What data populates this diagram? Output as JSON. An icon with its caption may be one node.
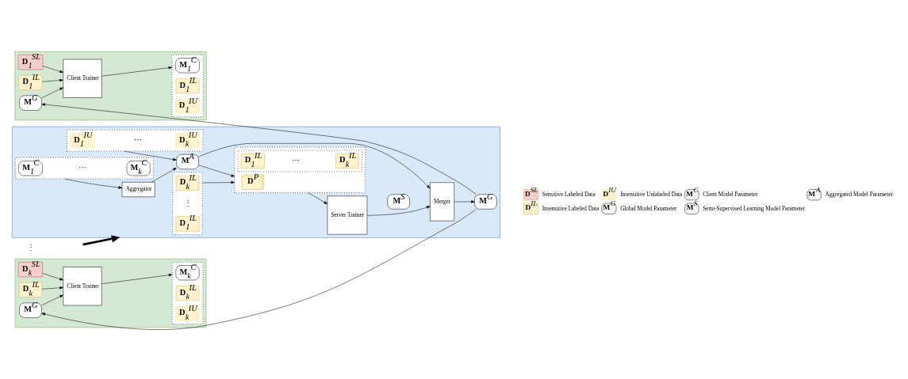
{
  "diagram": {
    "nodes": [
      {
        "text": [],
        "shape": "box"
      },
      {
        "text": [
          "**D**$_{1}$$^{SL}$"
        ],
        "in": 0
      },
      {
        "text": [
          "**D**$_{1}$$^{IL}$"
        ],
        "in": 0
      },
      {
        "text": [
          "**M**$^{G}$"
        ],
        "in": 0
      },
      {
        "text": [
          "Client Trainer"
        ],
        "in": 0
      },
      {
        "text": [],
        "shape": "box",
        "in": 0
      },
      {
        "text": [
          "**M**$_{1}$$^{C}$"
        ],
        "in": 5
      },
      {
        "text": [
          "**D**$_{1}$$^{IL}$"
        ],
        "in": 5
      },
      {
        "text": [
          "**D**$_{1}$$^{IU}$"
        ],
        "in": 5
      },
      {
        "text": [],
        "shape": "box"
      },
      {
        "text": [
          "**D**$_{k}$$^{SL}$"
        ],
        "in": 9
      },
      {
        "text": [
          "**D**$_{k}$$^{IL}$"
        ],
        "in": 9
      },
      {
        "text": [
          "**M**$^{G}$"
        ],
        "in": 9
      },
      {
        "text": [
          "Client Trainer"
        ],
        "in": 9
      },
      {
        "text": [],
        "shape": "box",
        "in": 9
      },
      {
        "text": [
          "**M**$_{k}$$^{C}$"
        ],
        "in": 14
      },
      {
        "text": [
          "**D**$_{k}$$^{IL}$"
        ],
        "in": 14
      },
      {
        "text": [
          "**D**$_{k}$$^{IU}$"
        ],
        "in": 14
      },
      {
        "text": [],
        "shape": "box"
      },
      {
        "text": [],
        "shape": "box",
        "in": 18
      },
      {
        "text": [
          "**D**$_{1}$$^{IU}$"
        ],
        "in": 19
      },
      {
        "text": [
          "**D**$_{k}$$^{IU}$"
        ],
        "in": 19
      },
      {
        "text": [],
        "shape": "box",
        "in": 18
      },
      {
        "text": [
          "**M**$_{1}$$^{C}$"
        ],
        "in": 22
      },
      {
        "text": [
          "**M**$_{k}$$^{C}$"
        ],
        "in": 22
      },
      {
        "text": [
          "Aggregator"
        ],
        "in": 18
      },
      {
        "text": [
          "**M**$^{A}$"
        ],
        "in": 18
      },
      {
        "text": [],
        "shape": "box",
        "in": 18
      },
      {
        "text": [
          "**D**$_{1}$$^{IL}$"
        ],
        "in": 27
      },
      {
        "text": [
          "**D**$_{k}$$^{IL}$"
        ],
        "in": 27
      },
      {
        "text": [],
        "shape": "box",
        "in": 18
      },
      {
        "text": [],
        "shape": "box",
        "in": 30
      },
      {
        "text": [
          "**D**$_{1}$$^{IL}$"
        ],
        "in": 31
      },
      {
        "text": [
          "**D**$_{k}$$^{IL}$"
        ],
        "in": 31
      },
      {
        "text": [
          "**D**$^{P}$"
        ],
        "in": 30
      },
      {
        "text": [
          "Server Trainer"
        ],
        "in": 18
      },
      {
        "text": [
          "**M**$^{S}$"
        ],
        "in": 18
      },
      {
        "text": [
          "Merger"
        ],
        "in": 18
      },
      {
        "text": [
          "**M**$^{G}$"
        ],
        "in": 18
      }
    ],
    "edges": [
      {
        "from": 1,
        "to": 4,
        "arrow": "to"
      },
      {
        "from": 2,
        "to": 4,
        "arrow": "to"
      },
      {
        "from": 3,
        "to": 4,
        "arrow": "to"
      },
      {
        "from": 4,
        "to": 5,
        "arrow": "to"
      },
      {
        "from": 10,
        "to": 13,
        "arrow": "to"
      },
      {
        "from": 11,
        "to": 13,
        "arrow": "to"
      },
      {
        "from": 12,
        "to": 13,
        "arrow": "to"
      },
      {
        "from": 13,
        "to": 14,
        "arrow": "to"
      },
      {
        "from": null,
        "to": 18,
        "arrow": "to",
        "style": "thick"
      },
      {
        "from": 19,
        "to": 26,
        "arrow": "to"
      },
      {
        "from": 22,
        "to": 25,
        "arrow": "to"
      },
      {
        "from": 25,
        "to": 26,
        "arrow": "to"
      },
      {
        "from": 26,
        "to": 37,
        "arrow": "to"
      },
      {
        "from": 26,
        "to": 30,
        "arrow": "to"
      },
      {
        "from": 27,
        "to": 30,
        "arrow": "to"
      },
      {
        "from": 30,
        "to": 35,
        "arrow": "to"
      },
      {
        "from": 35,
        "to": 37,
        "arrow": "to"
      },
      {
        "from": 37,
        "to": 38,
        "arrow": "to"
      },
      {
        "from": 38,
        "to": 3,
        "arrow": "to"
      },
      {
        "from": 38,
        "to": 12,
        "arrow": "to"
      }
    ],
    "labels": [
      "⋮",
      "⋯",
      "⋯",
      "⋮",
      "⋯",
      "**D**$^{SL}$",
      "**D**$^{IU}$",
      "**M**$^{C}$",
      "**M**$^{A}$",
      "**D**$^{IL}$",
      "**M**$^{G}$",
      "**M**$^{S}$"
    ],
    "legend": [
      {
        "text": "Sensitive Labeled Data",
        "color": "#f8cecc"
      },
      {
        "text": "Insensitive Unlabeled Data",
        "color": "#fff2cc"
      },
      {
        "text": "Client Model Parameter"
      },
      {
        "text": "Aggregated Model Parameter"
      },
      {
        "text": "Insensitive Labeled Data",
        "color": "#fff2cc"
      },
      {
        "text": "Global Model Parameter"
      },
      {
        "text": "Semi-Supervised Learning Model Parameter"
      }
    ]
  }
}
